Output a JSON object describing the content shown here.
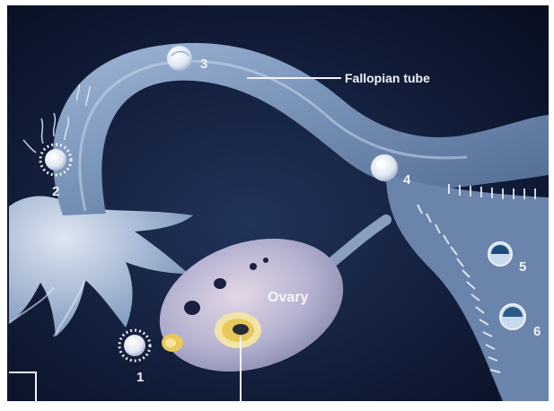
{
  "labels": {
    "fallopian_tube": "Fallopian tube",
    "ovary": "Ovary"
  },
  "stages": [
    "1",
    "2",
    "3",
    "4",
    "5",
    "6"
  ],
  "colors": {
    "background": "#0d1730",
    "tube": "#7f98ba",
    "tube_light": "#c6d6ea",
    "ovary": "#b6b7d3",
    "follicle": "#e8c85a",
    "label": "#f1f3f8"
  }
}
